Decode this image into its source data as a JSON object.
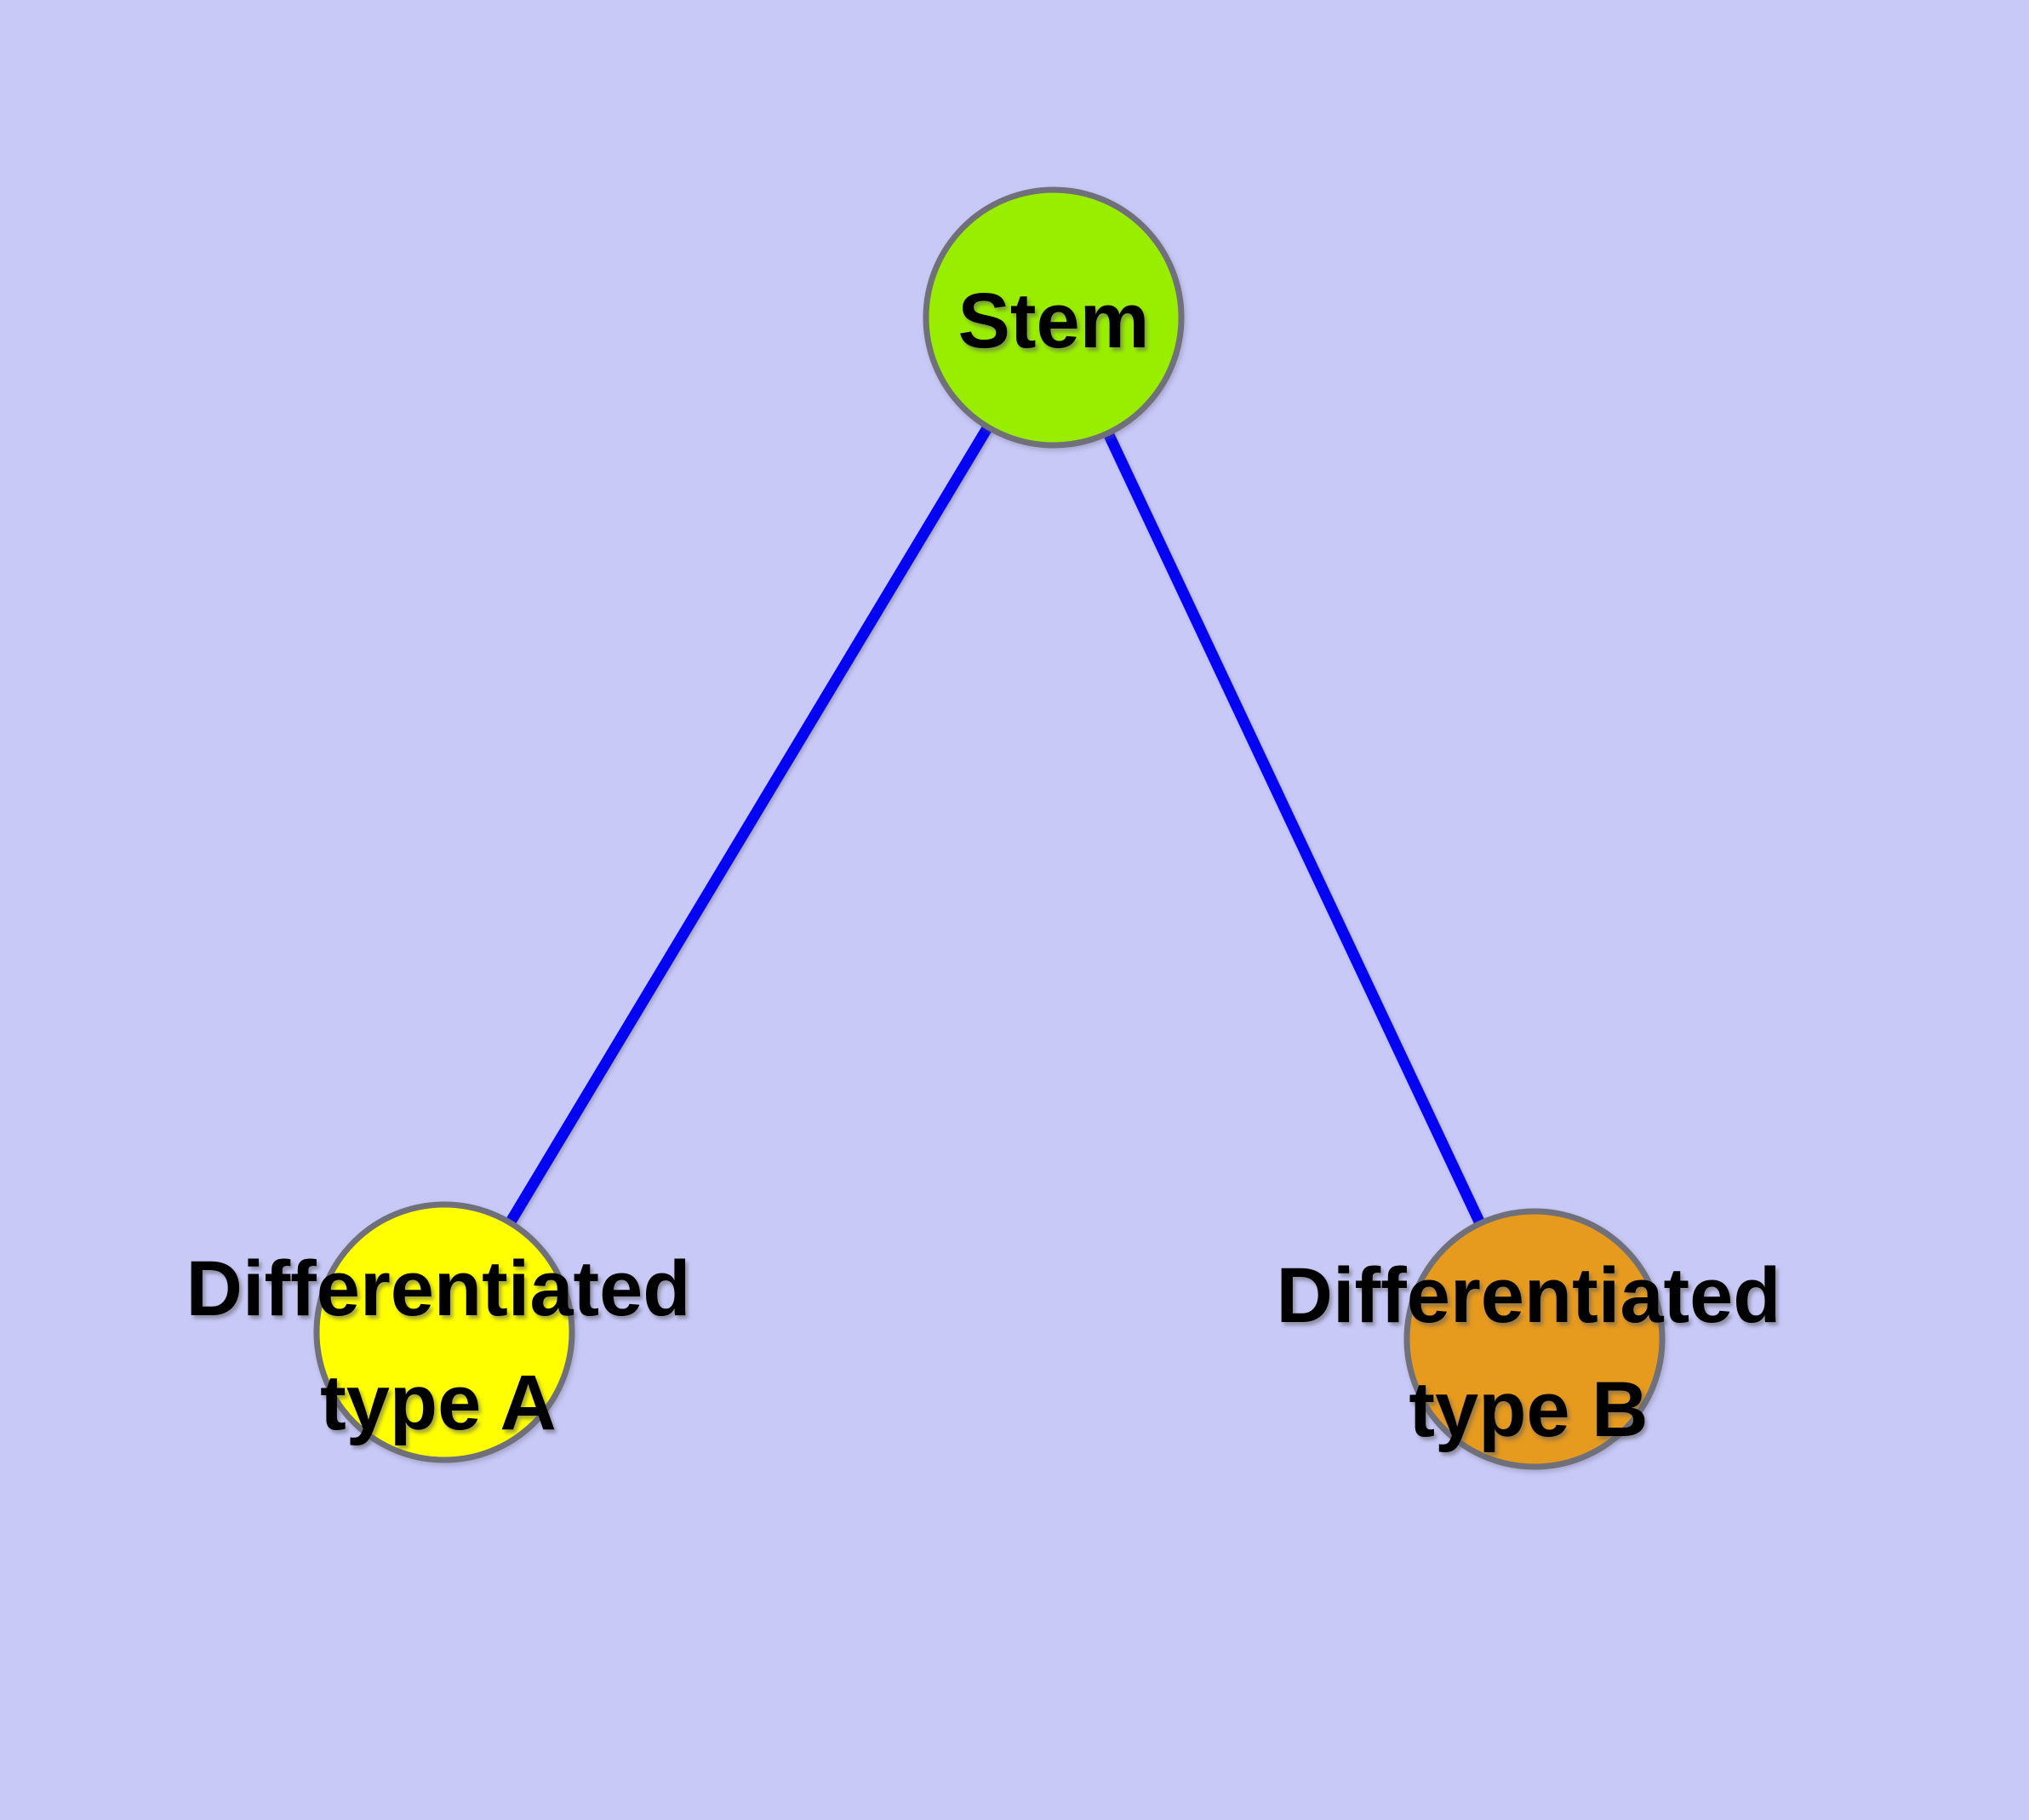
{
  "diagram": {
    "type": "graph",
    "description": "Stem cell differentiation graph with one stem node and two differentiated type nodes",
    "colors": {
      "background": "#c9c9f8",
      "node_border": "#70707a",
      "edge": "#0404f2",
      "label_text": "#000000"
    },
    "nodes": [
      {
        "id": "stem",
        "label": "Stem",
        "color": "#99ee00"
      },
      {
        "id": "differentiated-type-a",
        "label_line1": "Differentiated",
        "label_line2": "type A",
        "color": "#ffff00"
      },
      {
        "id": "differentiated-type-b",
        "label_line1": "Differentiated",
        "label_line2": "type B",
        "color": "#e69a1e"
      }
    ],
    "edges": [
      {
        "from": "stem",
        "to": "differentiated-type-a",
        "color": "#0404f2"
      },
      {
        "from": "stem",
        "to": "differentiated-type-b",
        "color": "#0404f2"
      }
    ]
  }
}
